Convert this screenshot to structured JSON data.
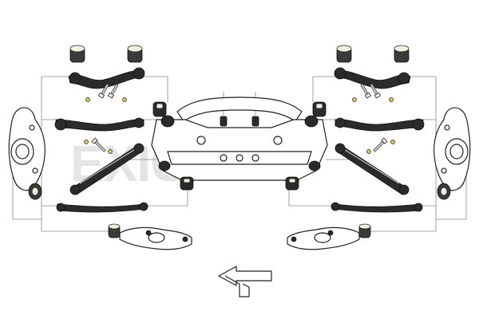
{
  "watermark": {
    "text": "EXIO"
  },
  "diagram": {
    "description_parts": [
      "subframe",
      "upper-control-arm",
      "toe-link",
      "camber-arm",
      "trailing-link",
      "lower-control-arm",
      "wheel-knuckle",
      "bushing",
      "bolt",
      "front-direction-arrow"
    ]
  }
}
